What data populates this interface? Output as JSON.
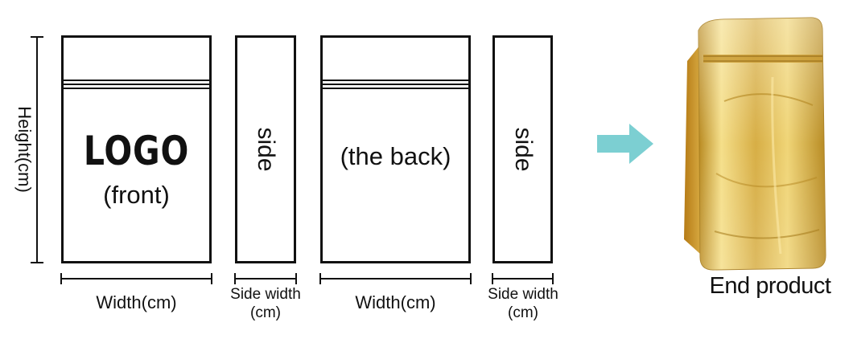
{
  "diagram": {
    "front_panel": {
      "logo": "LOGO",
      "caption": "(front)"
    },
    "back_panel": {
      "caption": "(the back)"
    },
    "side_panels": [
      "side",
      "side"
    ],
    "height_label": "Height(cm)",
    "width_labels": [
      "Width(cm)",
      "Width(cm)"
    ],
    "side_width_labels": [
      {
        "line1": "Side width",
        "line2": "(cm)"
      },
      {
        "line1": "Side width",
        "line2": "(cm)"
      }
    ],
    "end_product_label": "End product"
  },
  "colors": {
    "outline": "#111111",
    "arrow": "#7ccfd2",
    "gold_light": "#f3dc86",
    "gold_mid": "#d9b24a",
    "gold_dark": "#a97e1f"
  },
  "icons": [
    "arrow-right-icon",
    "gold-pouch-image"
  ]
}
